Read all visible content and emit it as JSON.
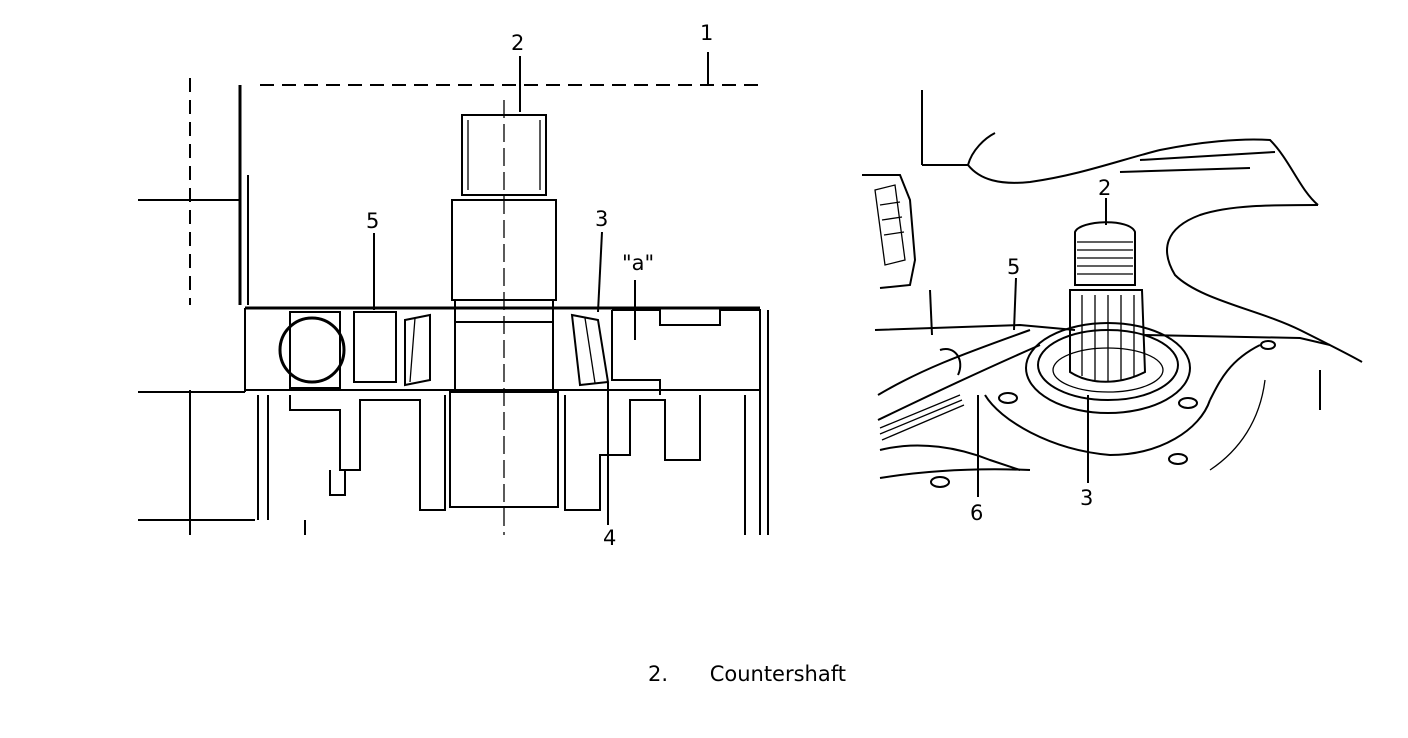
{
  "left_diagram": {
    "callouts": [
      "1",
      "2",
      "3",
      "4",
      "5",
      "\"a\""
    ]
  },
  "right_diagram": {
    "callouts": [
      "2",
      "3",
      "5",
      "6"
    ]
  },
  "caption": {
    "number": "2.",
    "text": "Countershaft"
  }
}
